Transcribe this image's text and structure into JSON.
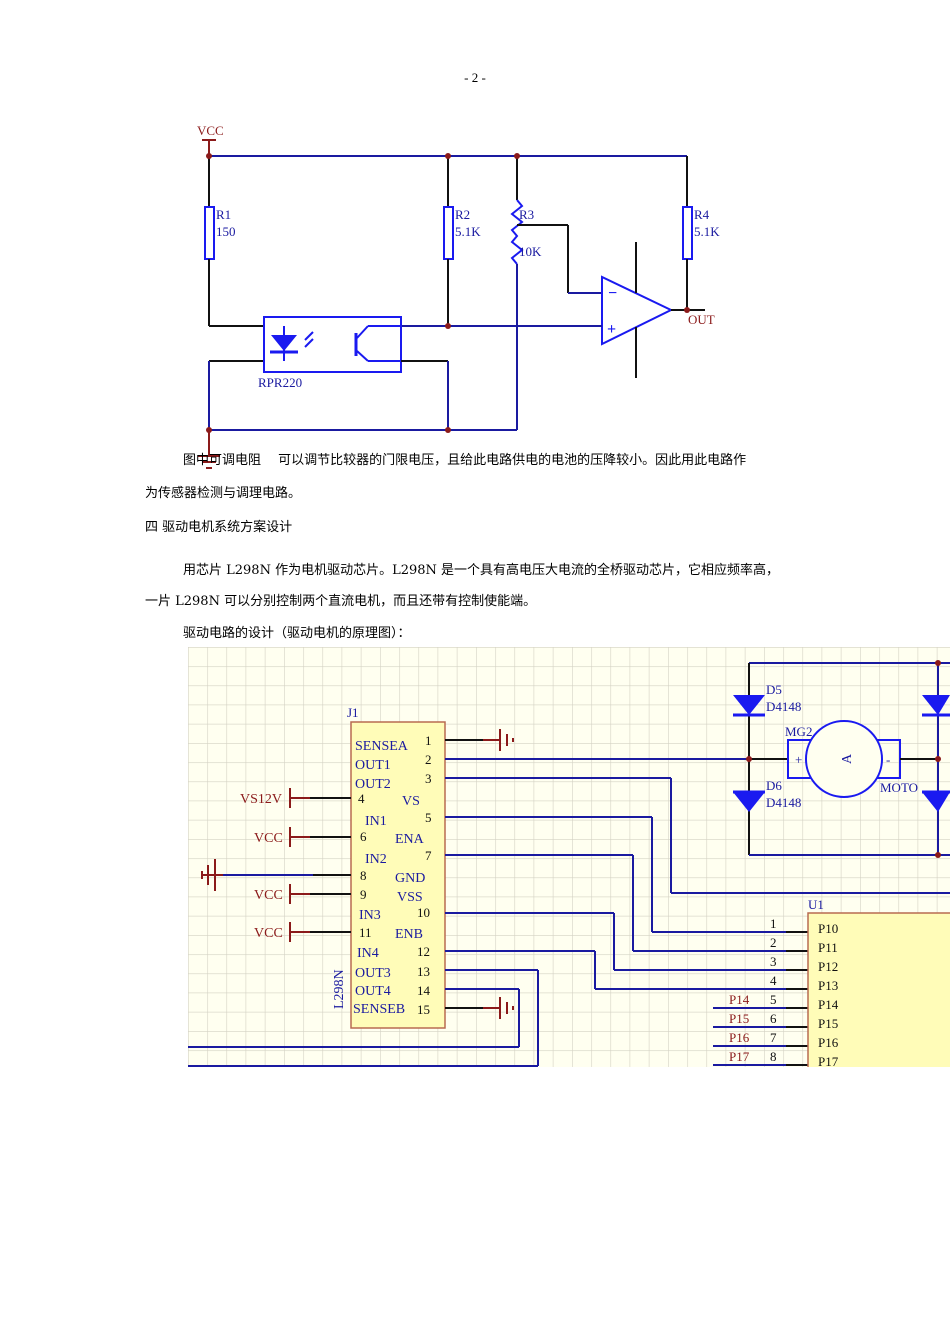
{
  "page_number": "- 2 -",
  "circuit1": {
    "power_label": "VCC",
    "r1": {
      "name": "R1",
      "value": "150"
    },
    "r2": {
      "name": "R2",
      "value": "5.1K"
    },
    "r3": {
      "name": "R3",
      "value": "10K"
    },
    "r4": {
      "name": "R4",
      "value": "5.1K"
    },
    "sensor": "RPR220",
    "output_label": "OUT",
    "opamp_minus": "−",
    "opamp_plus": "+"
  },
  "text": {
    "para1_line1": "图中可调电阻　  可以调节比较器的门限电压，且给此电路供电的电池的压降较小。因此用此电路作",
    "para1_line2": "为传感器检测与调理电路。",
    "heading4": "四  驱动电机系统方案设计",
    "para2_line1": "用芯片 L298N 作为电机驱动芯片。L298N 是一个具有高电压大电流的全桥驱动芯片，它相应频率高，",
    "para2_line2": "一片 L298N 可以分别控制两个直流电机，而且还带有控制使能端。",
    "para3": "驱动电路的设计（驱动电机的原理图）："
  },
  "circuit2": {
    "j1": {
      "designator": "J1",
      "part": "L298N",
      "left_pins": [
        {
          "name": "SENSEA",
          "num": "1"
        },
        {
          "name": "OUT1",
          "num": "2"
        },
        {
          "name": "OUT2",
          "num": "3"
        },
        {
          "name": "VS",
          "num": "4"
        },
        {
          "name": "IN1",
          "num": "5"
        },
        {
          "name": "ENA",
          "num": "6"
        },
        {
          "name": "IN2",
          "num": "7"
        },
        {
          "name": "GND",
          "num": "8"
        },
        {
          "name": "VSS",
          "num": "9"
        },
        {
          "name": "IN3",
          "num": "10"
        },
        {
          "name": "ENB",
          "num": "11"
        },
        {
          "name": "IN4",
          "num": "12"
        },
        {
          "name": "OUT3",
          "num": "13"
        },
        {
          "name": "OUT4",
          "num": "14"
        },
        {
          "name": "SENSEB",
          "num": "15"
        }
      ]
    },
    "power": {
      "vs": "VS12V",
      "vcc": "VCC"
    },
    "d5": {
      "name": "D5",
      "part": "D4148"
    },
    "d6": {
      "name": "D6",
      "part": "D4148"
    },
    "motor": {
      "name": "MG2",
      "type": "MOTO",
      "plus": "+",
      "minus": "-",
      "symbol": "A"
    },
    "u1": {
      "designator": "U1",
      "pins": [
        {
          "num": "1",
          "name": "P10",
          "net": ""
        },
        {
          "num": "2",
          "name": "P11",
          "net": ""
        },
        {
          "num": "3",
          "name": "P12",
          "net": ""
        },
        {
          "num": "4",
          "name": "P13",
          "net": ""
        },
        {
          "num": "5",
          "name": "P14",
          "net": "P14"
        },
        {
          "num": "6",
          "name": "P15",
          "net": "P15"
        },
        {
          "num": "7",
          "name": "P16",
          "net": "P16"
        },
        {
          "num": "8",
          "name": "P17",
          "net": "P17"
        }
      ]
    }
  }
}
